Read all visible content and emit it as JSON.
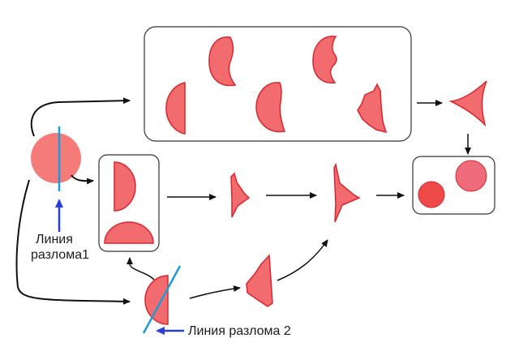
{
  "labels": {
    "fracture_line_1": [
      "Линия",
      "разлома1"
    ],
    "fracture_line_2": "Линия разлома 2"
  },
  "colors": {
    "shape_fill": "#f26b6e",
    "shape_stroke": "#d9262c",
    "circle_fill": "#f57a7a",
    "circle_dark": "#ef4a4a",
    "circle_pink": "#ee6b7b",
    "fracture_line": "#1e9ad6",
    "label_arrow": "#2b3fd6",
    "flow_arrow": "#111111",
    "box_border": "#333333"
  }
}
